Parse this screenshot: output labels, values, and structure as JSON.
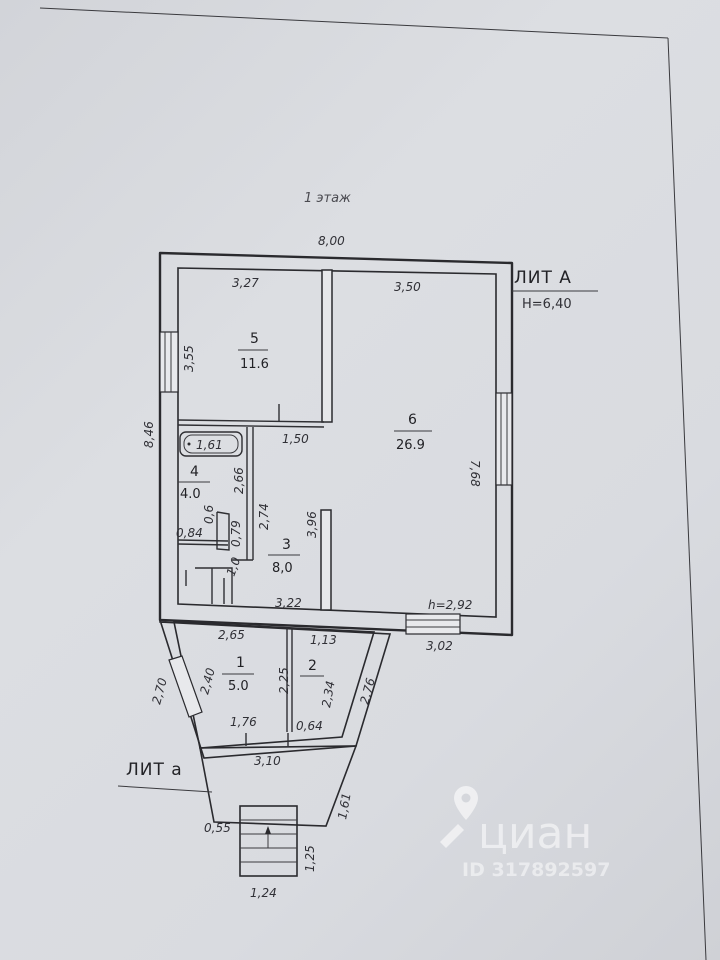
{
  "floor_title": "1 этаж",
  "lit_A": {
    "label": "ЛИТ А",
    "height": "H=6,40"
  },
  "lit_a": {
    "label": "ЛИТ а"
  },
  "rooms": [
    {
      "number": "1",
      "area": "5.0"
    },
    {
      "number": "2",
      "area": ""
    },
    {
      "number": "3",
      "area": "8,0"
    },
    {
      "number": "4",
      "area": "4.0"
    },
    {
      "number": "5",
      "area": "11.6"
    },
    {
      "number": "6",
      "area": "26.9"
    }
  ],
  "dimensions": {
    "outer_width": "8,00",
    "room5_width": "3,27",
    "room6_width": "3,50",
    "room5_height": "3,55",
    "outer_height": "8,46",
    "room6_height": "7,68",
    "bath": "1,61",
    "corridor_w": "1,50",
    "d266": "2,66",
    "d274": "2,74",
    "d396": "3,96",
    "d06": "0,6",
    "d079": "0,79",
    "d084": "0,84",
    "d10": "1,0",
    "d322": "3,22",
    "ceiling_h": "h=2,92",
    "d302": "3,02",
    "d265": "2,65",
    "d113": "1,13",
    "d225": "2,25",
    "d234": "2,34",
    "d240": "2,40",
    "d270": "2,70",
    "d276": "2,76",
    "d176": "1,76",
    "d064": "0,64",
    "d310": "3,10",
    "d161": "1,61",
    "d055": "0,55",
    "d125": "1,25",
    "d124": "1,24"
  },
  "watermark": {
    "brand": "циан",
    "id": "ID 317892597",
    "icon": "cian-location-pin-icon"
  }
}
